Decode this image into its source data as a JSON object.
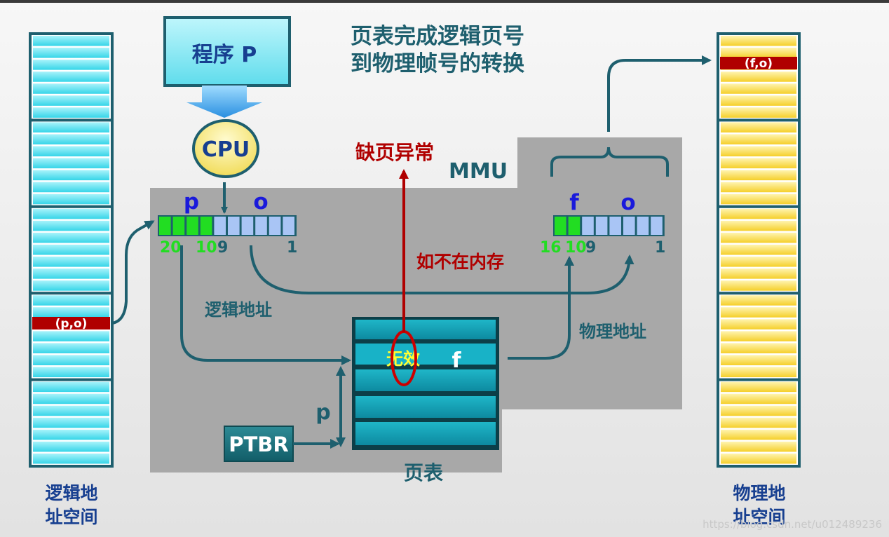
{
  "title_line1": "页表完成逻辑页号",
  "title_line2": "到物理帧号的转换",
  "program_label": "程序 P",
  "cpu_label": "CPU",
  "mmu_label": "MMU",
  "page_fault_label": "缺页异常",
  "not_in_memory_label": "如不在内存",
  "logical_address_label": "逻辑地址",
  "physical_address_label": "物理地址",
  "logical_reg": {
    "p_label": "p",
    "o_label": "o",
    "bit_high": "20",
    "bit_mid": "10",
    "bit_9": "9",
    "bit_low": "1"
  },
  "physical_reg": {
    "f_label": "f",
    "o_label": "o",
    "bit_high": "16",
    "bit_mid": "10",
    "bit_9": "9",
    "bit_low": "1"
  },
  "page_table": {
    "label": "页表",
    "invalid_label": "无效",
    "frame_label": "f"
  },
  "ptbr_label": "PTBR",
  "p_offset_label": "p",
  "logical_space": {
    "label_line1": "逻辑地",
    "label_line2": "址空间",
    "highlight": "(p,o)"
  },
  "physical_space": {
    "label_line1": "物理地",
    "label_line2": "址空间",
    "highlight": "(f,o)"
  },
  "watermark": "https://blog.csdn.net/u012489236",
  "colors": {
    "cyan": "#5fe3f0",
    "yellow": "#f7d94a",
    "dark_red": "#b00000",
    "teal": "#1e5f6e",
    "green": "#22dd22",
    "blue_label": "#1a1adb",
    "mmu_gray": "#a8a8a8"
  }
}
